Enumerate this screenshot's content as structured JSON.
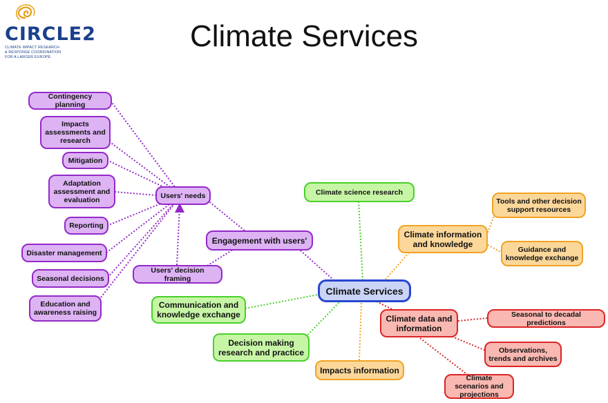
{
  "logo": {
    "word": "CIRCLE2",
    "line1": "CLIMATE IMPACT RESEARCH",
    "line2": "& RESPONSE COORDINATION",
    "line3": "FOR A LARGER EUROPE"
  },
  "title": "Climate Services",
  "nodes": {
    "contingency": "Contingency planning",
    "impacts_research": "Impacts assessments and research",
    "mitigation": "Mitigation",
    "adaptation": "Adaptation assessment and evaluation",
    "reporting": "Reporting",
    "disaster": "Disaster management",
    "seasonal_decisions": "Seasonal decisions",
    "education": "Education and awareness raising",
    "users_needs": "Users' needs",
    "decision_framing": "Users' decision framing",
    "engagement": "Engagement with users'",
    "science_research": "Climate science research",
    "info_knowledge": "Climate information and knowledge",
    "tools": "Tools and other decision support resources",
    "guidance": "Guidance and knowledge exchange",
    "climate_services": "Climate Services",
    "communication": "Communication and knowledge exchange",
    "decision_making": "Decision making research and practice",
    "impacts_info": "Impacts information",
    "data_info": "Climate data and information",
    "seasonal_predictions": "Seasonal to decadal predictions",
    "observations": "Observations, trends and archives",
    "scenarios": "Climate scenarios and projections"
  },
  "colors": {
    "purple": "#9328c8",
    "green": "#48d02a",
    "orange": "#f0a321",
    "red": "#dc2424",
    "blue": "#2746cf"
  }
}
